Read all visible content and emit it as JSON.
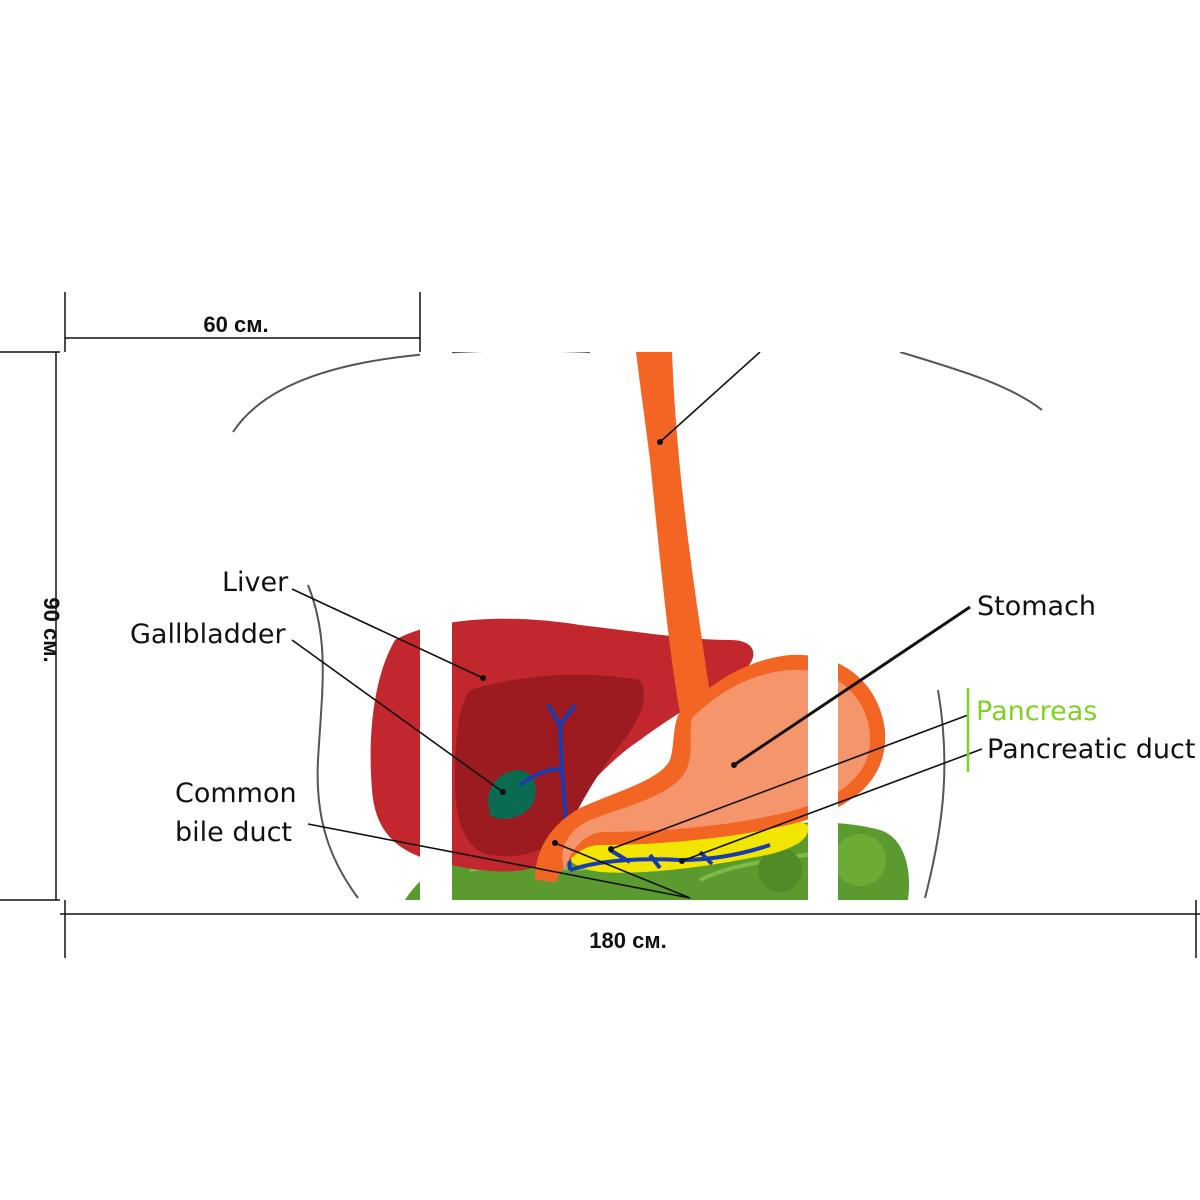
{
  "dimensions": {
    "panel_width": "60 см.",
    "height": "90 см.",
    "total_width": "180 см."
  },
  "labels": {
    "liver": "Liver",
    "gallbladder": "Gallbladder",
    "common_bile_duct_line1": "Common",
    "common_bile_duct_line2": "bile duct",
    "stomach": "Stomach",
    "pancreas": "Pancreas",
    "pancreatic_duct": "Pancreatic duct"
  },
  "colors": {
    "liver": "#c1272d",
    "liver_shadow": "#9b1b20",
    "gallbladder": "#0b6b52",
    "esophagus": "#f26522",
    "stomach_inner": "#f4956b",
    "pancreas": "#f2e600",
    "ducts": "#1a3bb0",
    "intestine": "#5a9a2e",
    "pancreas_label": "#7ed321"
  }
}
